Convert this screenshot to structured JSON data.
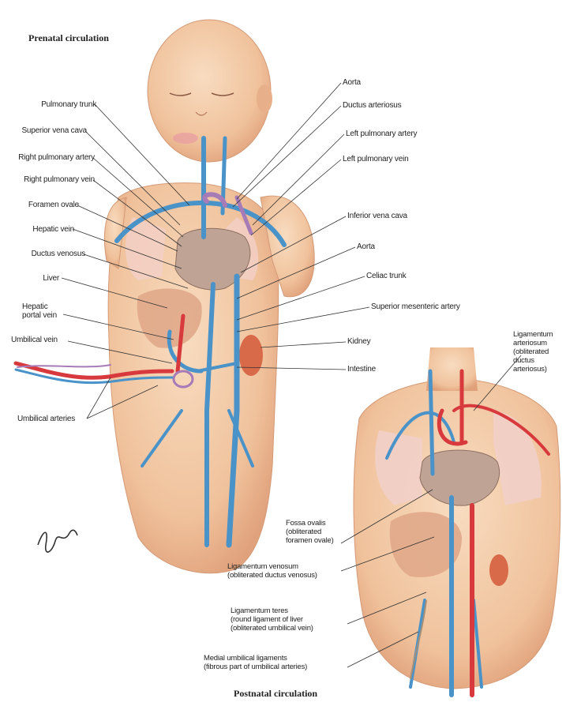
{
  "titles": {
    "prenatal": "Prenatal circulation",
    "postnatal": "Postnatal circulation"
  },
  "prenatal_labels": {
    "pulmonary_trunk": "Pulmonary trunk",
    "superior_vena_cava": "Superior vena cava",
    "right_pulmonary_artery": "Right pulmonary artery",
    "right_pulmonary_vein": "Right pulmonary vein",
    "foramen_ovale": "Foramen ovale",
    "hepatic_vein": "Hepatic vein",
    "ductus_venosus": "Ductus venosus",
    "liver": "Liver",
    "hepatic_portal_vein": "Hepatic\nportal vein",
    "umbilical_vein": "Umbilical vein",
    "umbilical_arteries": "Umbilical arteries",
    "aorta_top": "Aorta",
    "ductus_arteriosus": "Ductus arteriosus",
    "left_pulmonary_artery": "Left pulmonary artery",
    "left_pulmonary_vein": "Left pulmonary vein",
    "inferior_vena_cava": "Inferior vena cava",
    "aorta_mid": "Aorta",
    "celiac_trunk": "Celiac trunk",
    "superior_mesenteric_artery": "Superior mesenteric artery",
    "kidney": "Kidney",
    "intestine": "Intestine"
  },
  "postnatal_labels": {
    "ligamentum_arteriosum": "Ligamentum\narteriosum\n(obliterated\nductus\narteriosus)",
    "fossa_ovalis": "Fossa ovalis\n(obliterated\nforamen ovale)",
    "ligamentum_venosum": "Ligamentum venosum\n(obliterated ductus venosus)",
    "ligamentum_teres": "Ligamentum teres\n(round ligament of liver\n(obliterated umbilical vein)",
    "medial_umbilical_ligaments": "Medial umbilical ligaments\n(fibrous part of umbilical arteries)"
  },
  "colors": {
    "skin": "#f3c9a4",
    "skin_shade": "#e3a47d",
    "vein_blue": "#4a93c9",
    "artery_red": "#d8393c",
    "mixed_purple": "#a77ab8",
    "lung_pink": "#f2cfc8",
    "heart": "#b99c8c"
  }
}
